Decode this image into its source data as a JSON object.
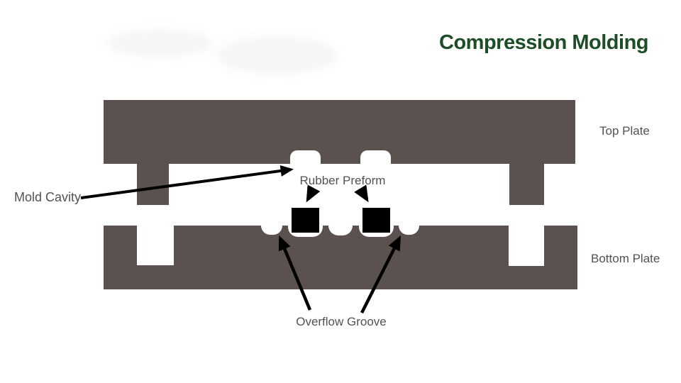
{
  "title": {
    "text": "Compression Molding"
  },
  "labels": {
    "top_plate": "Top Plate",
    "bottom_plate": "Bottom Plate",
    "mold_cavity": "Mold Cavity",
    "rubber_preform": "Rubber Preform",
    "overflow_groove": "Overflow Groove"
  },
  "colors": {
    "background": "#ffffff",
    "plate": "#5b524f",
    "preform": "#000000",
    "label_text": "#515256",
    "arrow": "#000000",
    "title": "#1d4d26"
  }
}
